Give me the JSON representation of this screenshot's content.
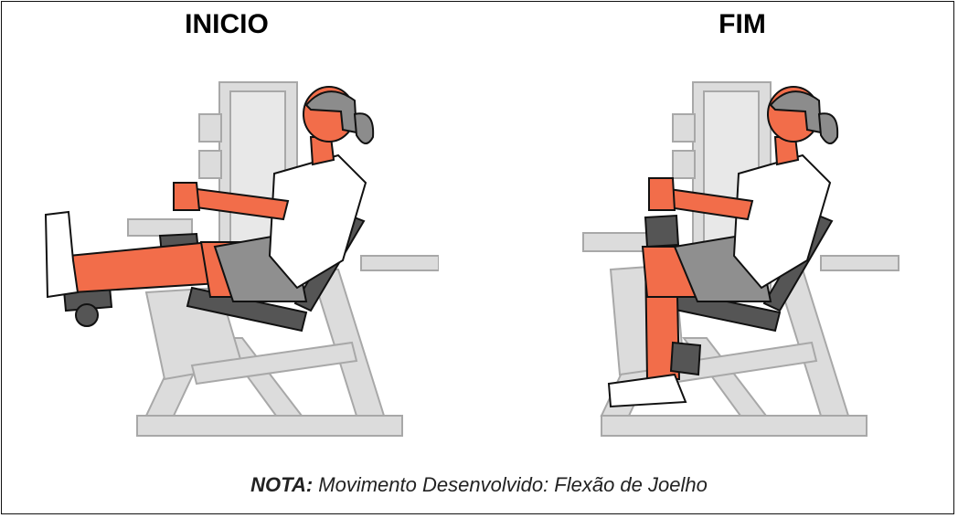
{
  "figure": {
    "start_label": "INICIO",
    "end_label": "FIM",
    "note_prefix": "NOTA:",
    "note_text": " Movimento Desenvolvido: Flexão de Joelho"
  },
  "colors": {
    "skin": "#f26d4a",
    "machine": "#dcdcdc",
    "machine_outline": "#a8a8a8",
    "pad": "#555555",
    "shorts": "#8f8f8f",
    "shirt": "#ffffff",
    "hair": "#8c8c8c",
    "outline": "#111111"
  }
}
